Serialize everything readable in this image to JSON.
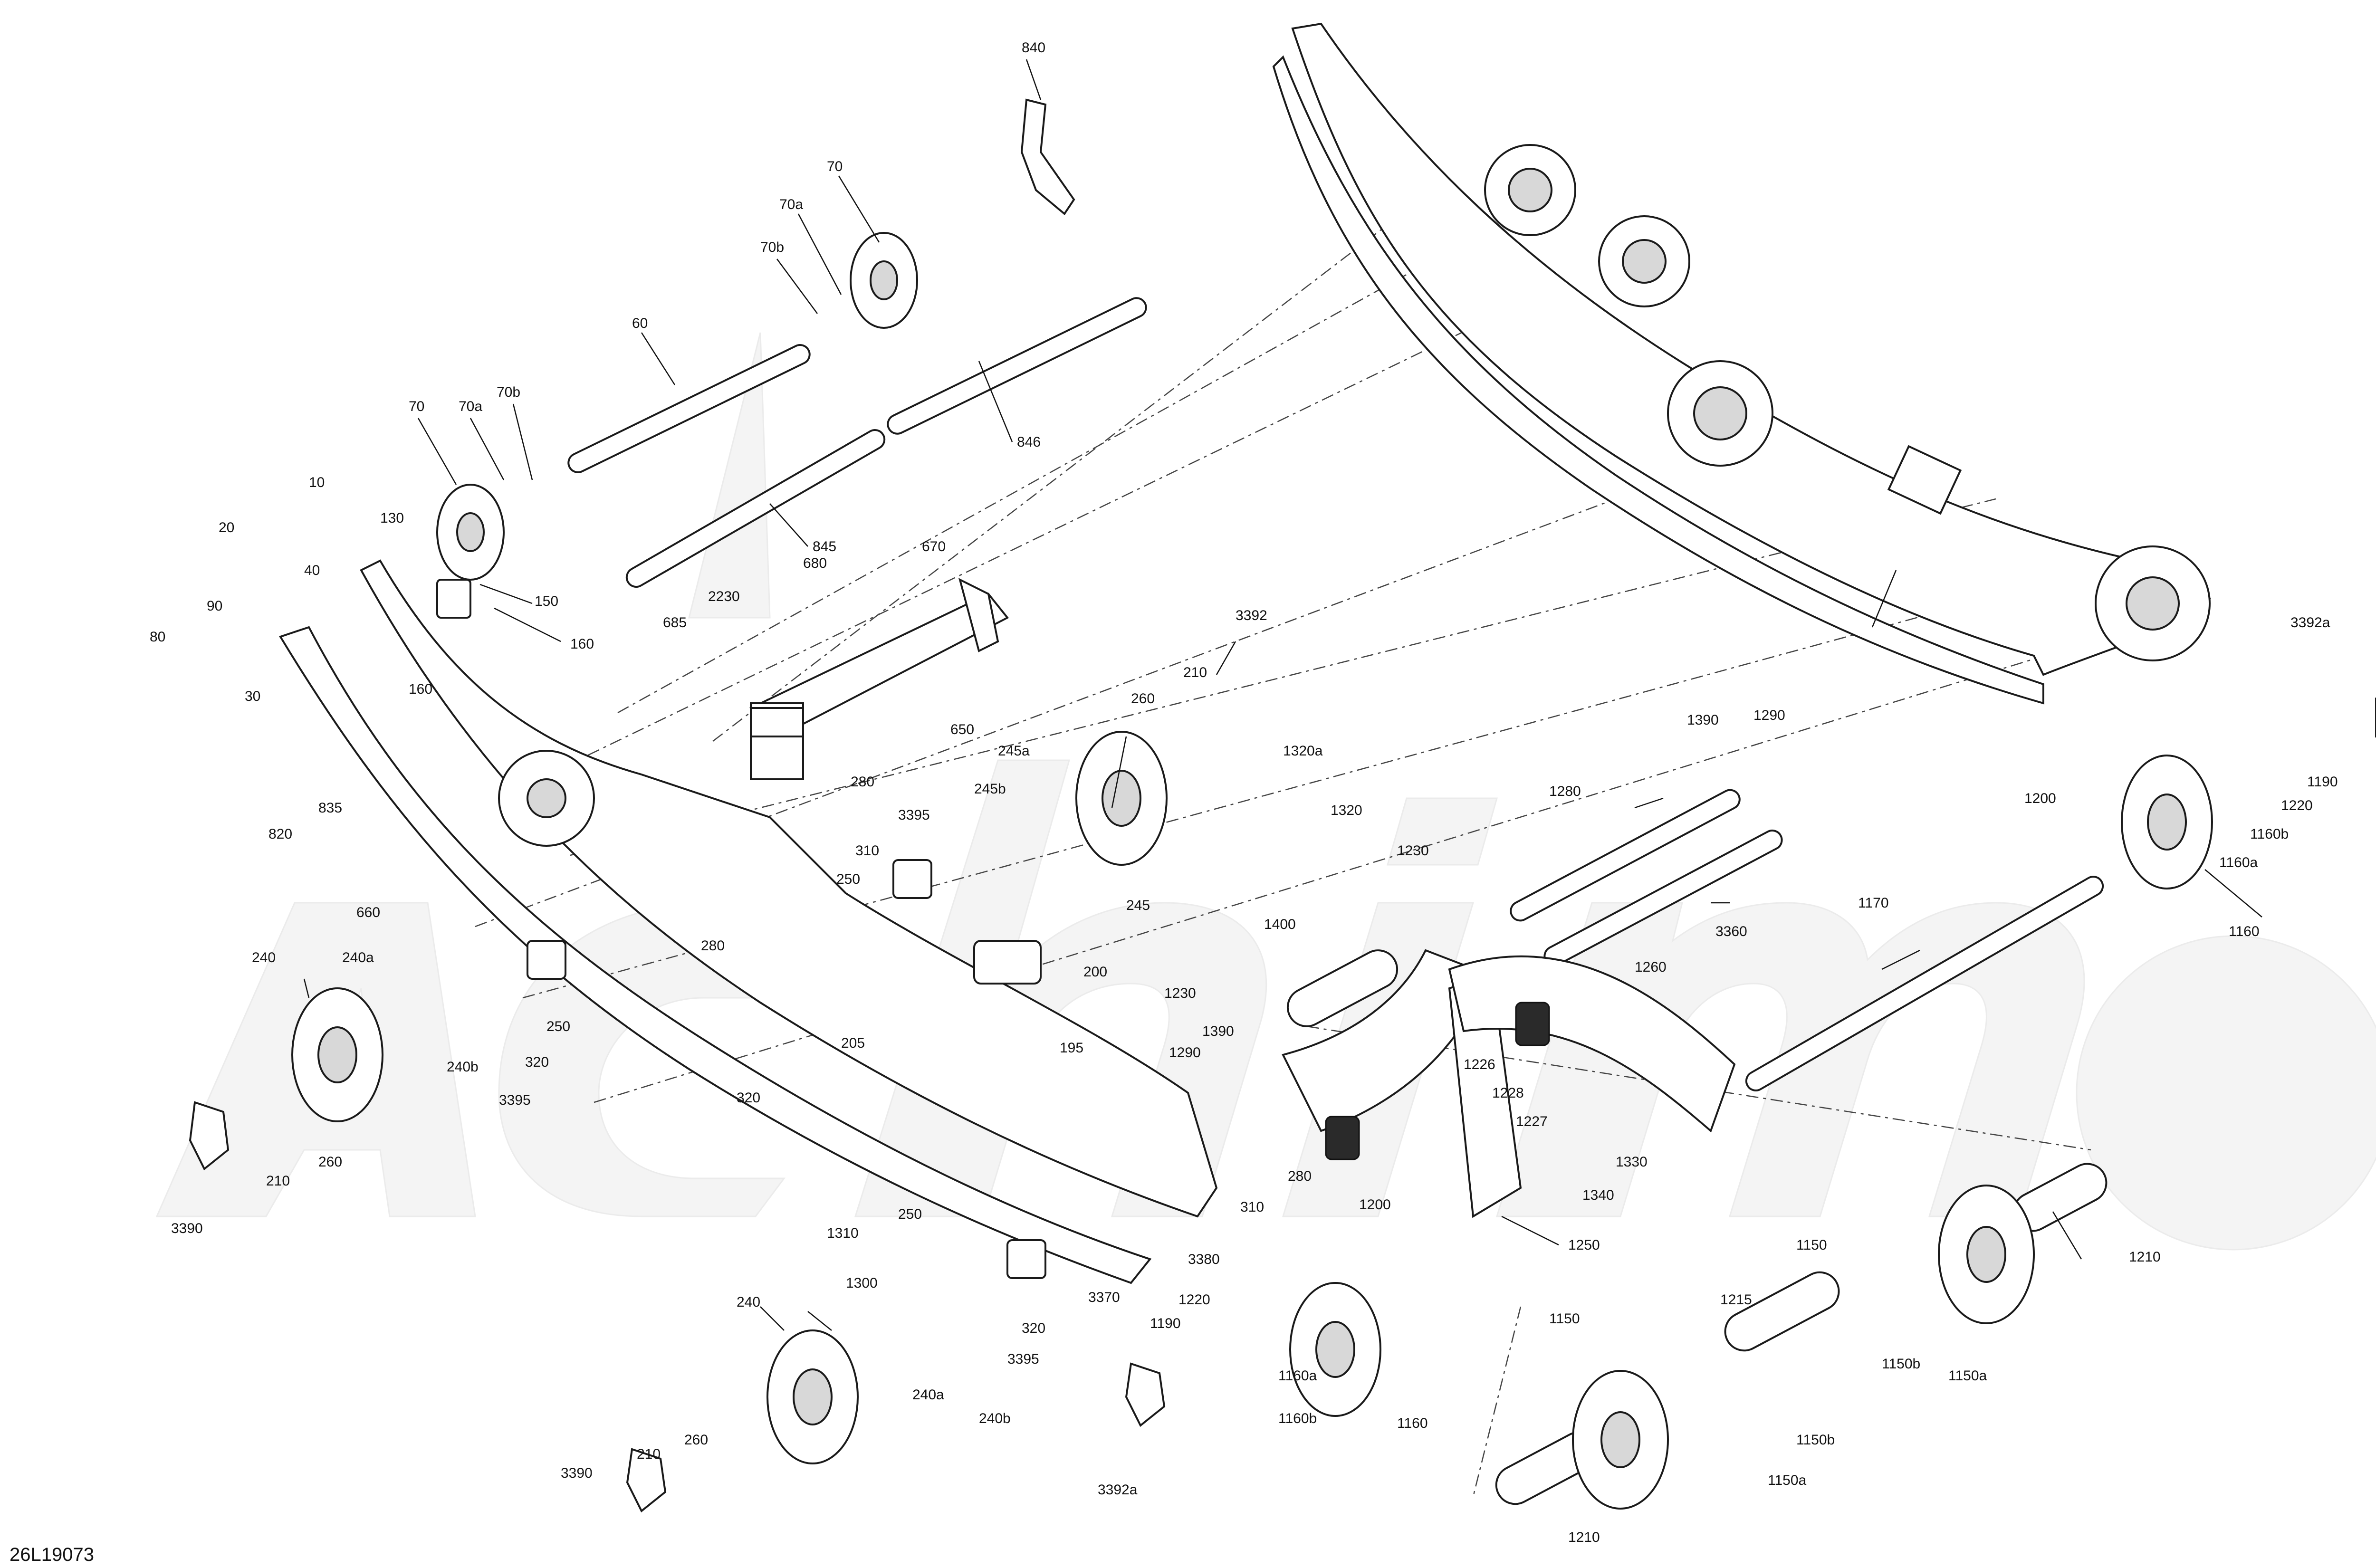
{
  "diagram_code": "26L19073",
  "callouts": [
    "840",
    "70",
    "70a",
    "70b",
    "60",
    "846",
    "845",
    "70",
    "70a",
    "70b",
    "10",
    "20",
    "130",
    "40",
    "90",
    "80",
    "150",
    "160",
    "30",
    "160",
    "680",
    "670",
    "2230",
    "685",
    "650",
    "820",
    "835",
    "280",
    "3392",
    "210",
    "260",
    "245a",
    "245b",
    "3395",
    "310",
    "250",
    "245",
    "1320a",
    "1320",
    "1230",
    "1390",
    "1290",
    "1280",
    "3360",
    "3392a",
    "1190",
    "1220",
    "1160b",
    "1160a",
    "1160",
    "1200",
    "1170",
    "660",
    "240",
    "240a",
    "240b",
    "250",
    "320",
    "3395",
    "280",
    "200",
    "205",
    "195",
    "320",
    "1400",
    "1230",
    "1390",
    "1290",
    "1260",
    "1226",
    "1228",
    "1227",
    "1330",
    "1340",
    "1200",
    "1250",
    "280",
    "310",
    "3370",
    "1310",
    "1300",
    "250",
    "3380",
    "320",
    "3395",
    "240",
    "240a",
    "240b",
    "3390",
    "210",
    "260",
    "210",
    "260",
    "3390",
    "1190",
    "1220",
    "1160a",
    "1160b",
    "1160",
    "3392a",
    "1150",
    "1215",
    "1150",
    "1150b",
    "1150a",
    "1150b",
    "1150a",
    "1210",
    "1210"
  ]
}
